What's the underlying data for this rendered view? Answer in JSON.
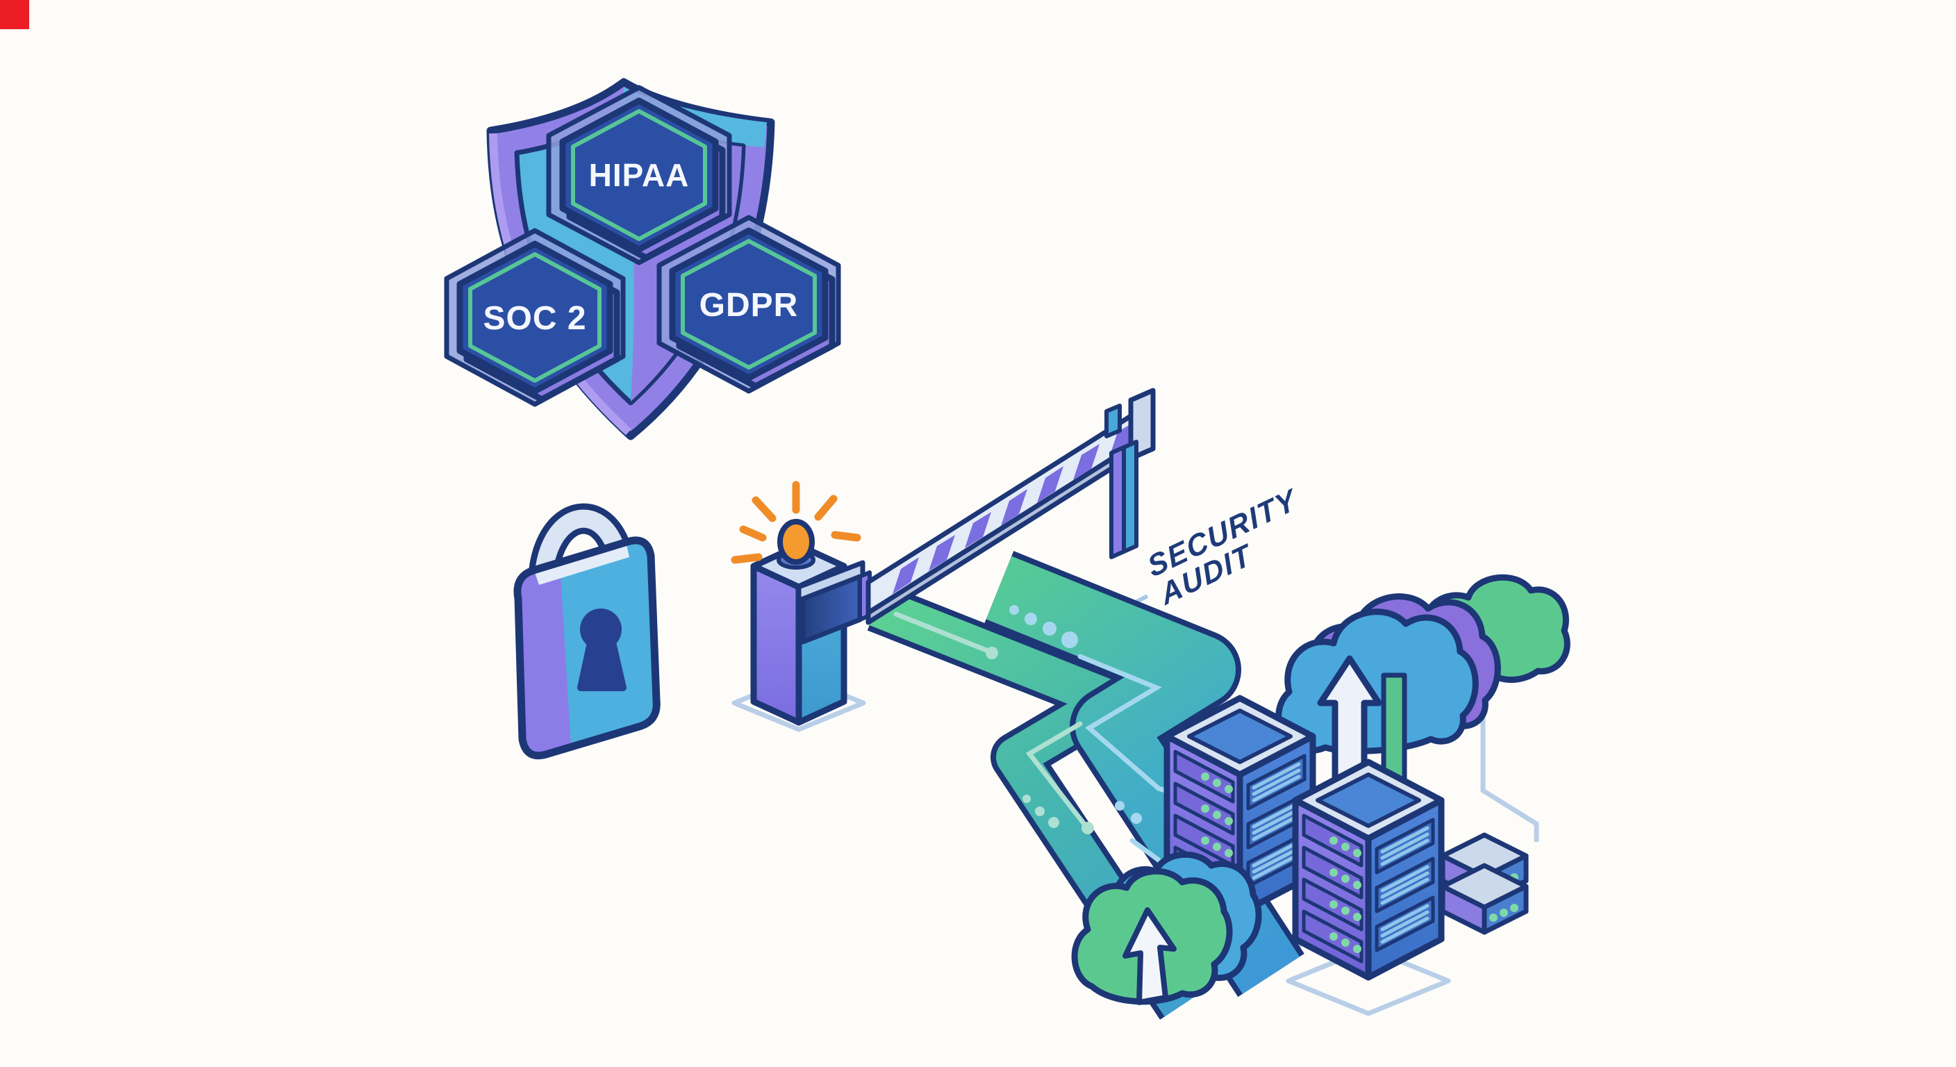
{
  "corner_marker": {
    "present": true
  },
  "shield": {
    "badges": [
      {
        "label": "HIPAA"
      },
      {
        "label": "SOC 2"
      },
      {
        "label": "GDPR"
      }
    ]
  },
  "audit": {
    "line1": "SECURITY",
    "line2": "AUDIT"
  },
  "colors": {
    "background": "#fdfcf9",
    "outline": "#1d3676",
    "shield_purple": "#9181e6",
    "shield_cyan": "#56b7e0",
    "badge_fill": "#2b4fa5",
    "badge_ring": "#57c697",
    "badge_text": "#f4f7fd",
    "road_green": "#58cb90",
    "road_blue": "#3f9fd4",
    "beacon_orange": "#f49a2e",
    "cloud_green": "#5bc98f",
    "cloud_blue": "#4aa8dd",
    "cloud_purple": "#8a70dd",
    "server_purple": "#8f83ea",
    "server_blue": "#4e84da",
    "led_green": "#7ed8a8",
    "connector_blue": "#b9cfe8",
    "audit_text": "#1e3a78",
    "marker_red": "#ec1d24"
  }
}
